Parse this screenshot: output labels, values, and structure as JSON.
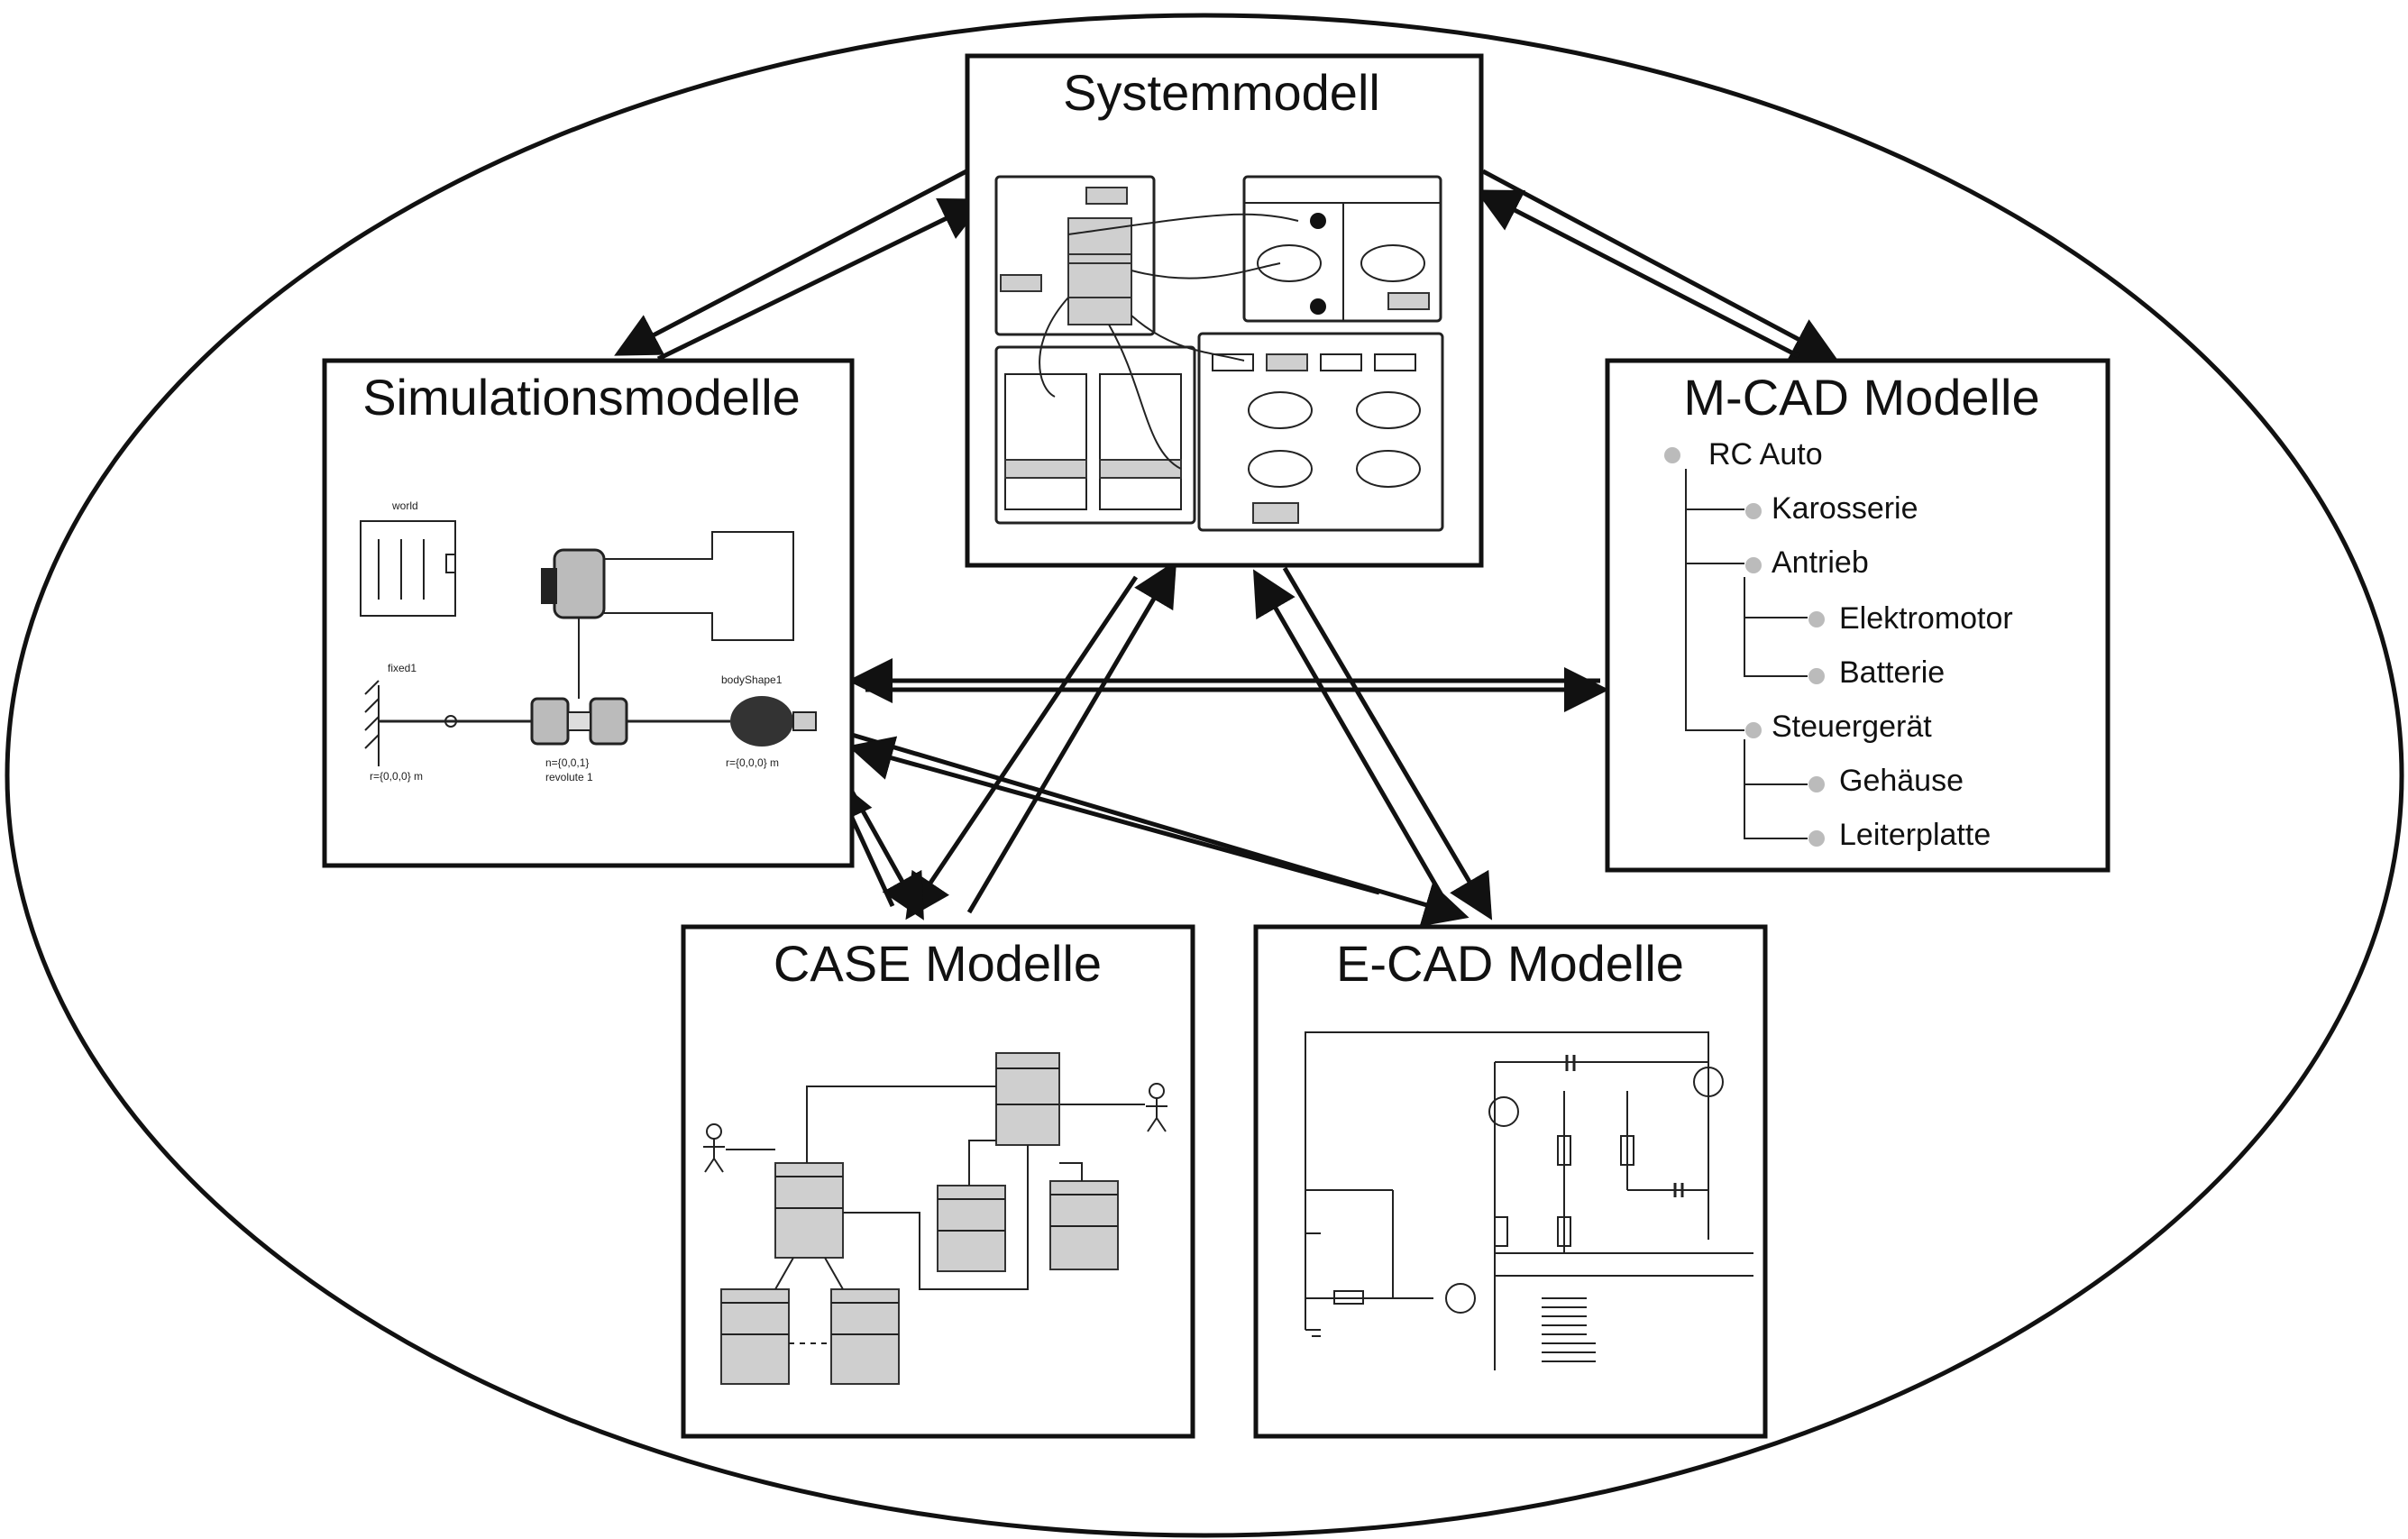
{
  "panels": {
    "system": {
      "title": "Systemmodell"
    },
    "sim": {
      "title": "Simulationsmodelle",
      "labels": [
        "world",
        "fixed1",
        "bodyShape1",
        "r={0,0,0} m",
        "n={0,0,1}",
        "revolute 1",
        "r={0,0,0} m"
      ]
    },
    "mcad": {
      "title": "M-CAD Modelle",
      "tree": [
        "RC Auto",
        "Karosserie",
        "Antrieb",
        "Elektromotor",
        "Batterie",
        "Steuergerät",
        "Gehäuse",
        "Leiterplatte"
      ]
    },
    "case": {
      "title": "CASE Modelle"
    },
    "ecad": {
      "title": "E-CAD Modelle"
    }
  },
  "colors": {
    "stroke": "#111111",
    "component_fill": "#cfcfcf",
    "background": "#ffffff"
  }
}
